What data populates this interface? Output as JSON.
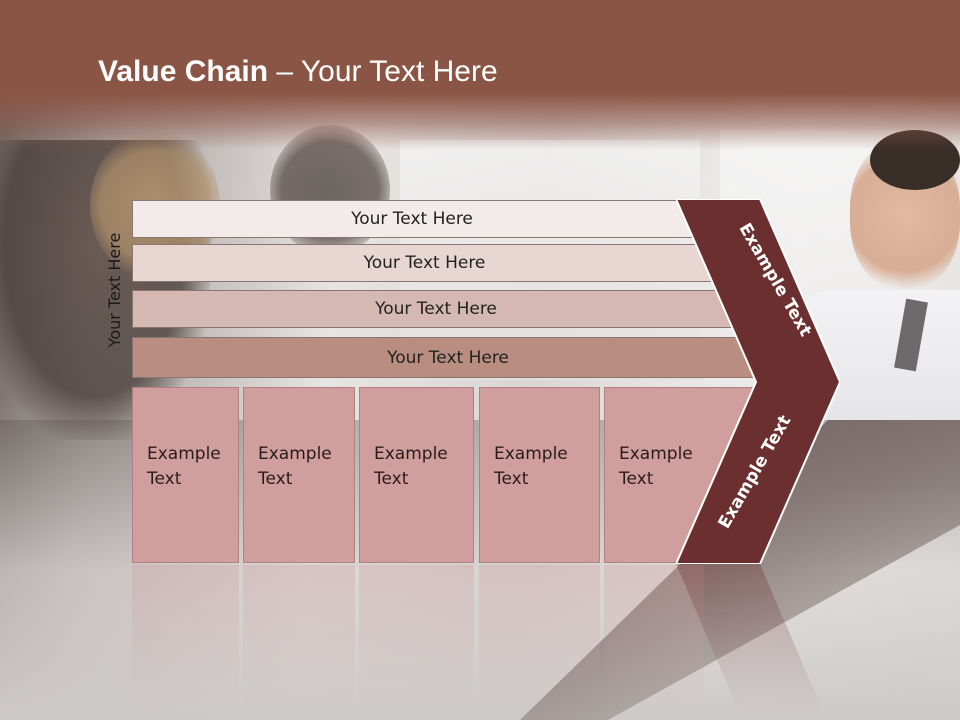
{
  "title": {
    "strong": "Value Chain",
    "rest": " – Your Text Here"
  },
  "side_label": "Your Text Here",
  "rows": [
    {
      "label": "Your Text Here"
    },
    {
      "label": "Your Text Here"
    },
    {
      "label": "Your Text Here"
    },
    {
      "label": "Your Text Here"
    }
  ],
  "columns": [
    {
      "label": "Example\nText"
    },
    {
      "label": "Example\nText"
    },
    {
      "label": "Example\nText"
    },
    {
      "label": "Example\nText"
    },
    {
      "label": "Example\nText"
    }
  ],
  "chevron": {
    "top_label": "Example Text",
    "bottom_label": "Example Text"
  },
  "colors": {
    "header": "#8b5545",
    "chevron": "#6b2f2f",
    "column_fill": "#cf9e9d",
    "row_1": "#f3ebe9",
    "row_2": "#e7d6d2",
    "row_3": "#d5b8b1",
    "row_4": "#b98d80"
  }
}
